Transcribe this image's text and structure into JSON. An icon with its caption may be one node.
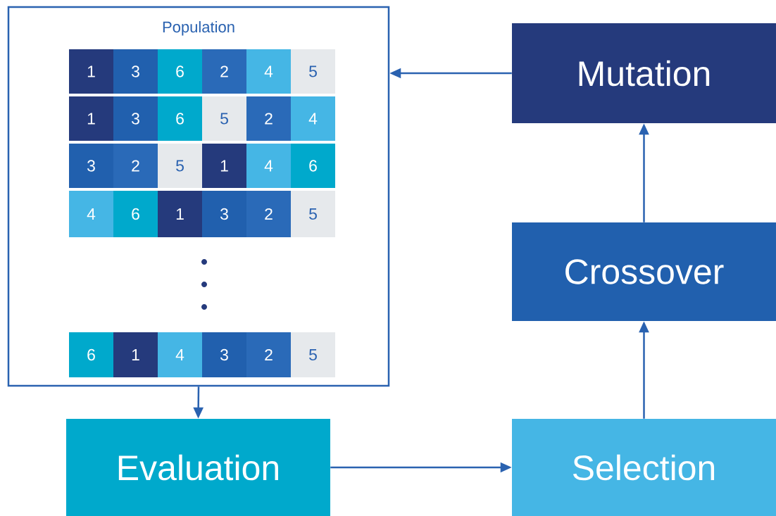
{
  "diagram": {
    "nodes": [
      {
        "text": [
          "Population"
        ]
      },
      {
        "text": [
          "1"
        ],
        "in": 0
      },
      {
        "text": [
          "3"
        ],
        "in": 0
      },
      {
        "text": [
          "6"
        ],
        "in": 0
      },
      {
        "text": [
          "2"
        ],
        "in": 0
      },
      {
        "text": [
          "4"
        ],
        "in": 0
      },
      {
        "text": [
          "5"
        ],
        "in": 0
      },
      {
        "text": [
          "1"
        ],
        "in": 0
      },
      {
        "text": [
          "3"
        ],
        "in": 0
      },
      {
        "text": [
          "6"
        ],
        "in": 0
      },
      {
        "text": [
          "5"
        ],
        "in": 0
      },
      {
        "text": [
          "2"
        ],
        "in": 0
      },
      {
        "text": [
          "4"
        ],
        "in": 0
      },
      {
        "text": [
          "3"
        ],
        "in": 0
      },
      {
        "text": [
          "2"
        ],
        "in": 0
      },
      {
        "text": [
          "5"
        ],
        "in": 0
      },
      {
        "text": [
          "1"
        ],
        "in": 0
      },
      {
        "text": [
          "4"
        ],
        "in": 0
      },
      {
        "text": [
          "6"
        ],
        "in": 0
      },
      {
        "text": [
          "4"
        ],
        "in": 0
      },
      {
        "text": [
          "6"
        ],
        "in": 0
      },
      {
        "text": [
          "1"
        ],
        "in": 0
      },
      {
        "text": [
          "3"
        ],
        "in": 0
      },
      {
        "text": [
          "2"
        ],
        "in": 0
      },
      {
        "text": [
          "5"
        ],
        "in": 0
      },
      {
        "text": [
          "6"
        ],
        "in": 0
      },
      {
        "text": [
          "1"
        ],
        "in": 0
      },
      {
        "text": [
          "4"
        ],
        "in": 0
      },
      {
        "text": [
          "3"
        ],
        "in": 0
      },
      {
        "text": [
          "2"
        ],
        "in": 0
      },
      {
        "text": [
          "5"
        ],
        "in": 0
      },
      {
        "text": [
          "Mutation"
        ]
      },
      {
        "text": [
          "Crossover"
        ]
      },
      {
        "text": [
          "Evaluation"
        ]
      },
      {
        "text": [
          "Selection"
        ]
      }
    ],
    "edges": [
      {
        "from": 31,
        "to": 0,
        "arrow": "to"
      },
      {
        "from": 0,
        "to": 33,
        "arrow": "to"
      },
      {
        "from": 33,
        "to": 34,
        "arrow": "to"
      },
      {
        "from": 34,
        "to": 32,
        "arrow": "to"
      },
      {
        "from": 32,
        "to": 31,
        "arrow": "to"
      }
    ]
  }
}
